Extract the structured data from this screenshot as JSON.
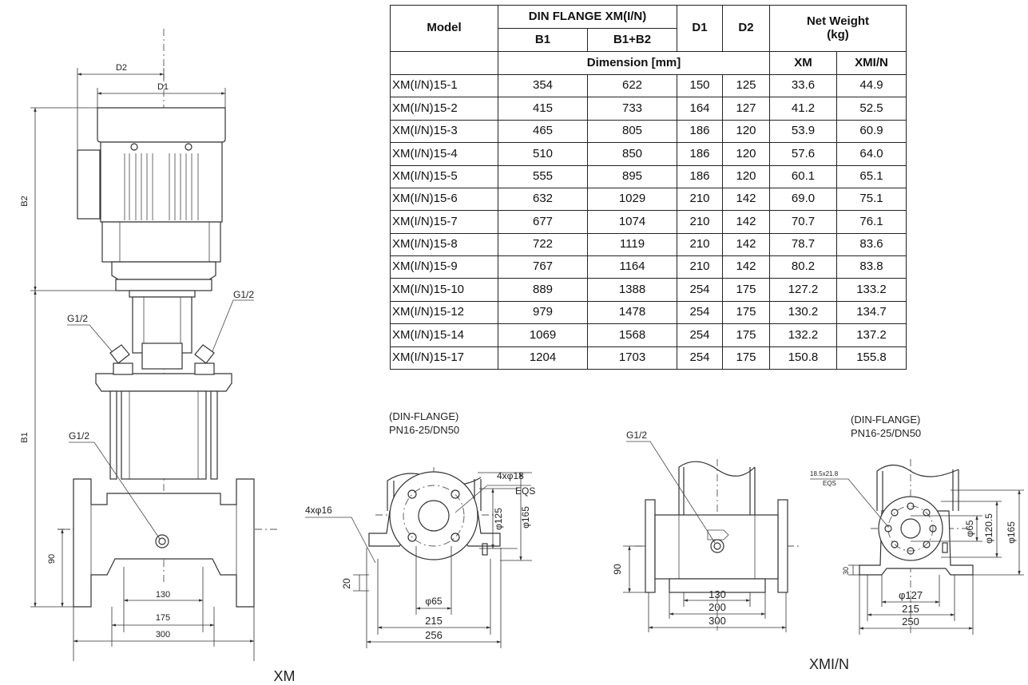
{
  "table": {
    "header_model": "Model",
    "header_flange": "DIN FLANGE XM(I/N)",
    "header_b1": "B1",
    "header_b1b2": "B1+B2",
    "header_d1": "D1",
    "header_d2": "D2",
    "header_weight_line1": "Net Weight",
    "header_weight_line2": "(kg)",
    "header_dimension": "Dimension [mm]",
    "header_xm": "XM",
    "header_xmin": "XMI/N",
    "rows": [
      {
        "model": "XM(I/N)15-1",
        "b1": "354",
        "b1b2": "622",
        "d1": "150",
        "d2": "125",
        "xm": "33.6",
        "xmin": "44.9"
      },
      {
        "model": "XM(I/N)15-2",
        "b1": "415",
        "b1b2": "733",
        "d1": "164",
        "d2": "127",
        "xm": "41.2",
        "xmin": "52.5"
      },
      {
        "model": "XM(I/N)15-3",
        "b1": "465",
        "b1b2": "805",
        "d1": "186",
        "d2": "120",
        "xm": "53.9",
        "xmin": "60.9"
      },
      {
        "model": "XM(I/N)15-4",
        "b1": "510",
        "b1b2": "850",
        "d1": "186",
        "d2": "120",
        "xm": "57.6",
        "xmin": "64.0"
      },
      {
        "model": "XM(I/N)15-5",
        "b1": "555",
        "b1b2": "895",
        "d1": "186",
        "d2": "120",
        "xm": "60.1",
        "xmin": "65.1"
      },
      {
        "model": "XM(I/N)15-6",
        "b1": "632",
        "b1b2": "1029",
        "d1": "210",
        "d2": "142",
        "xm": "69.0",
        "xmin": "75.1"
      },
      {
        "model": "XM(I/N)15-7",
        "b1": "677",
        "b1b2": "1074",
        "d1": "210",
        "d2": "142",
        "xm": "70.7",
        "xmin": "76.1"
      },
      {
        "model": "XM(I/N)15-8",
        "b1": "722",
        "b1b2": "1119",
        "d1": "210",
        "d2": "142",
        "xm": "78.7",
        "xmin": "83.6"
      },
      {
        "model": "XM(I/N)15-9",
        "b1": "767",
        "b1b2": "1164",
        "d1": "210",
        "d2": "142",
        "xm": "80.2",
        "xmin": "83.8"
      },
      {
        "model": "XM(I/N)15-10",
        "b1": "889",
        "b1b2": "1388",
        "d1": "254",
        "d2": "175",
        "xm": "127.2",
        "xmin": "133.2"
      },
      {
        "model": "XM(I/N)15-12",
        "b1": "979",
        "b1b2": "1478",
        "d1": "254",
        "d2": "175",
        "xm": "130.2",
        "xmin": "134.7"
      },
      {
        "model": "XM(I/N)15-14",
        "b1": "1069",
        "b1b2": "1568",
        "d1": "254",
        "d2": "175",
        "xm": "132.2",
        "xmin": "137.2"
      },
      {
        "model": "XM(I/N)15-17",
        "b1": "1204",
        "b1b2": "1703",
        "d1": "254",
        "d2": "175",
        "xm": "150.8",
        "xmin": "155.8"
      }
    ]
  },
  "pump_view": {
    "d2": "D2",
    "d1": "D1",
    "b2": "B2",
    "b1": "B1",
    "g_top_left": "G1/2",
    "g_top_right": "G1/2",
    "g_bottom": "G1/2",
    "dim_90": "90",
    "dim_130": "130",
    "dim_175": "175",
    "dim_300": "300"
  },
  "xm_flange": {
    "title_line1": "(DIN-FLANGE)",
    "title_line2": "PN16-25/DN50",
    "bolts_18": "4xφ18",
    "eqs": "EQS",
    "bolts_16": "4xφ16",
    "dim_125": "φ125",
    "dim_165": "φ165",
    "dim_20": "20",
    "dim_65": "φ65",
    "dim_215": "215",
    "dim_256": "256"
  },
  "xmin_side": {
    "g": "G1/2",
    "dim_90": "90",
    "dim_130": "130",
    "dim_200": "200",
    "dim_300": "300"
  },
  "xmin_flange": {
    "title_line1": "(DIN-FLANGE)",
    "title_line2": "PN16-25/DN50",
    "slot": "18.5x21.8",
    "eqs": "EQS",
    "dim_65": "φ65",
    "dim_1205": "φ120.5",
    "dim_165": "φ165",
    "dim_30": "30",
    "dim_127": "φ127",
    "dim_215": "215",
    "dim_250": "250"
  },
  "labels": {
    "xm": "XM",
    "xmin": "XMI/N"
  }
}
